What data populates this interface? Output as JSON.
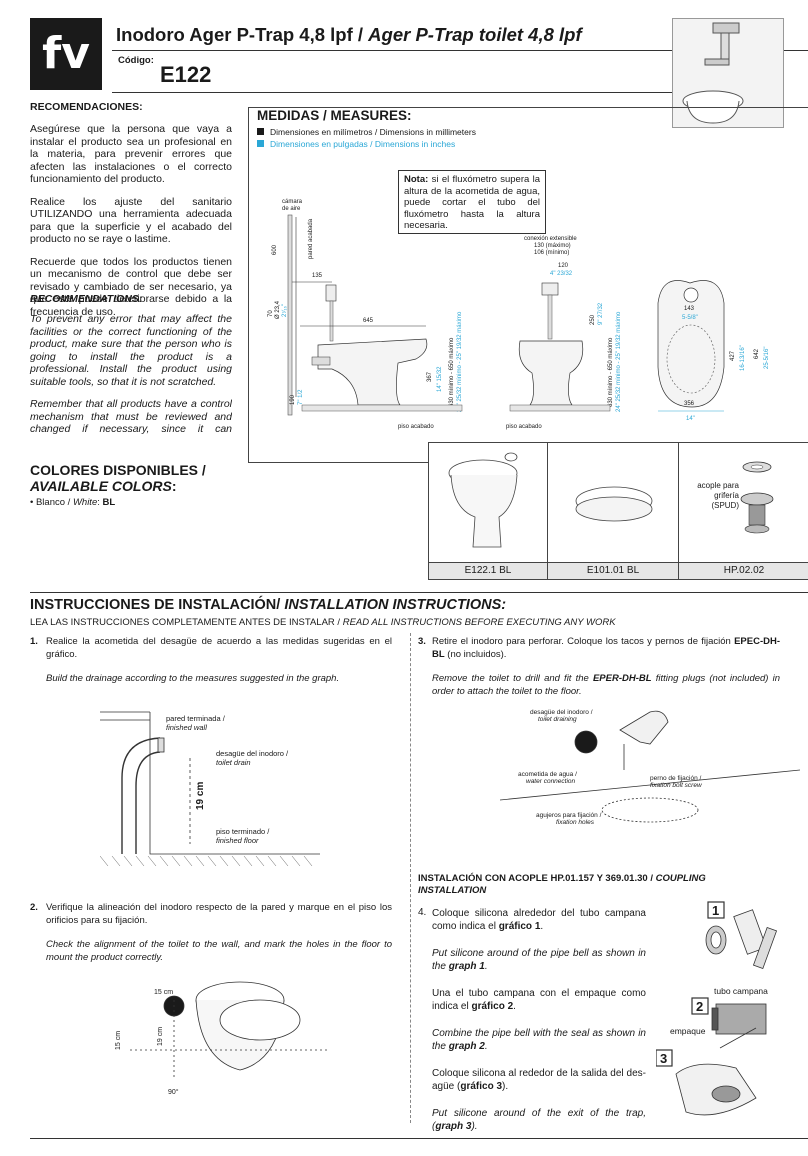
{
  "header": {
    "logo": "fv",
    "title_es": "Inodoro  Ager  P-Trap 4,8 lpf /",
    "title_en": "Ager P-Trap toilet 4,8 lpf",
    "codigo_label": "Código:",
    "codigo": "E122"
  },
  "recommendations": {
    "es_title": "RECOMENDACIONES:",
    "es_p1": "Asegúrese que la persona que vaya a instalar el producto sea un profesional en la materia, para prevenir errores que afecten las instalaciones o el correcto funcionamiento del producto.",
    "es_p2": "Realice los ajuste del sanitario UTILIZANDO una herramienta adecuada para que la superficie y el acabado del producto no se raye o lastime.",
    "es_p3": "Recuerde que todos los productos tienen un mecanismo de control que debe ser revisado y cambiado de ser necesario, ya que este puede deteriorarse debido a la frecuencia de uso.",
    "en_title": "RECOMMENDATIONS:",
    "en_p1": "To prevent any error that may affect the facilities or the correct functioning of the product, make sure that the person who is going to install the product is a professional. Install the product using suitable tools, so that it is not scratched.",
    "en_p2": "Remember that all products have a control mechanism that must be reviewed and changed if necessary, since it can deteriorate due to the frequency of use."
  },
  "colors": {
    "title_es": "COLORES DISPONIBLES /",
    "title_en": "AVAILABLE COLORS",
    "item_prefix": "• Blanco / ",
    "item_en": "White",
    "item_code": "BL"
  },
  "measures": {
    "title": "MEDIDAS / MEASURES:",
    "legend_mm": "Dimensiones en milímetros / Dimensions in millimeters",
    "legend_in": "Dimensiones en pulgadas / Dimensions in inches",
    "color_mm": "#1a1a1a",
    "color_in": "#2aa7d6",
    "nota_label": "Nota:",
    "nota_text": "si el fluxómetro supera la altura de la acometida de agua, puede cortar el tubo del fluxómetro hasta la altura necesaria.",
    "labels": {
      "camara": "cámara",
      "de_aire": "de aire",
      "pared_acabada": "pared acabada",
      "d600": "600",
      "d135": "135",
      "d70": "70",
      "d23_4": "Ø 23,4",
      "d2_3_4": "2⁷⁄₁₆\"",
      "d645": "645",
      "d367": "367",
      "d14": "14\" 15/32",
      "d630a": "630 mínimo - 650 máximo",
      "d24a": "24\" 25/32 mínimo - 25\" 19/32 máximo",
      "d190": "190",
      "d7": "7\" 1/2",
      "piso1": "piso acabado",
      "conexion": "conexión extensible",
      "c130": "130 (máximo)",
      "c106": "106 (mínimo)",
      "d120": "120",
      "d4": "4\" 23/32",
      "d250": "250",
      "d9": "9\" 27/32",
      "piso2": "piso acabado",
      "d143": "143",
      "d5_5_8": "5-5/8\"",
      "d427": "427",
      "d16": "16-13/16\"",
      "d642": "642",
      "d25": "25-5/16\"",
      "d356": "356",
      "d14in": "14\""
    }
  },
  "products": [
    {
      "code": "E122.1 BL"
    },
    {
      "code": "E101.01  BL"
    },
    {
      "code": "HP.02.02",
      "label1": "acople para",
      "label2": "grifería",
      "label3": "(SPUD)"
    }
  ],
  "installation": {
    "title_es": "INSTRUCCIONES DE INSTALACIÓN/",
    "title_en": "INSTALLATION INSTRUCTIONS:",
    "lea_es": "LEA  LAS INSTRUCCIONES COMPLETAMENTE ANTES DE INSTALAR /",
    "lea_en": "READ ALL INSTRUCTIONS BEFORE EXECUTING ANY WORK",
    "step1": {
      "num": "1.",
      "es": "Realice la acometida del desagüe de acuerdo a las medidas sugeridas en el gráfico.",
      "en": "Build the drainage according to the measures suggested in the graph.",
      "lbl_pared": "pared terminada /",
      "lbl_pared_en": "finished wall",
      "lbl_desague": "desagüe del inodoro /",
      "lbl_desague_en": "toilet drain",
      "lbl_19cm": "19 cm",
      "lbl_piso": "piso terminado /",
      "lbl_piso_en": "finished floor"
    },
    "step2": {
      "num": "2.",
      "es": "Verifique la alineación del inodoro respecto de la pared y marque en el piso los orificios para su fijación.",
      "en": "Check the alignment of the toilet to the wall, and mark the holes in the floor to mount the product correctly.",
      "lbl_15a": "15 cm",
      "lbl_15b": "15 cm",
      "lbl_19": "19 cm",
      "lbl_90": "90°"
    },
    "step3": {
      "num": "3.",
      "es_pre": "Retire el inodoro para perforar. Coloque los tacos y pernos de fijación ",
      "es_code": "EPEC-DH-BL",
      "es_post": " (no incluidos).",
      "en_pre": "Remove the toilet to drill and fit the ",
      "en_code": "EPER-DH-BL",
      "en_post": " fitting plugs (not included) in order to attach the toilet to the floor.",
      "lbl_desague": "desagüe del inodoro /",
      "lbl_desague_en": "toilet draining",
      "lbl_acometida": "acometida de agua /",
      "lbl_acometida_en": "water connection",
      "lbl_perno": "perno de fijación /",
      "lbl_perno_en": "fixation bolt screw",
      "lbl_agujeros": "agujeros para fijación /",
      "lbl_agujeros_en": "fixation holes"
    },
    "coupling": {
      "title_es": "INSTALACIÓN CON ACOPLE HP.01.157 Y 369.01.30 /",
      "title_en": "COUPLING INSTALLATION"
    },
    "step4": {
      "num": "4.",
      "p1_pre": "Coloque silicona alrededor del tubo campana como indica el ",
      "p1_b": "gráfico 1",
      "p1_post": ".",
      "p2_pre": "Put silicone around of the pipe bell as shown in the ",
      "p2_b": "graph 1",
      "p2_post": ".",
      "p3_pre": "Una el tubo campana con el empaque como indica el ",
      "p3_b": "gráfico 2",
      "p3_post": ".",
      "p4_pre": "Combine the pipe bell with the seal as shown in the ",
      "p4_b": "graph 2",
      "p4_post": ".",
      "p5_pre": "Coloque silicona al rededor de la salida del des-agüe (",
      "p5_b": "gráfico 3",
      "p5_post": ").",
      "p6_pre": "Put silicone around of the exit of the trap, (",
      "p6_b": "graph 3",
      "p6_post": ").",
      "fig1": "1",
      "fig2": "2",
      "fig3": "3",
      "lbl_tubo": "tubo campana",
      "lbl_empaque": "empaque"
    }
  }
}
